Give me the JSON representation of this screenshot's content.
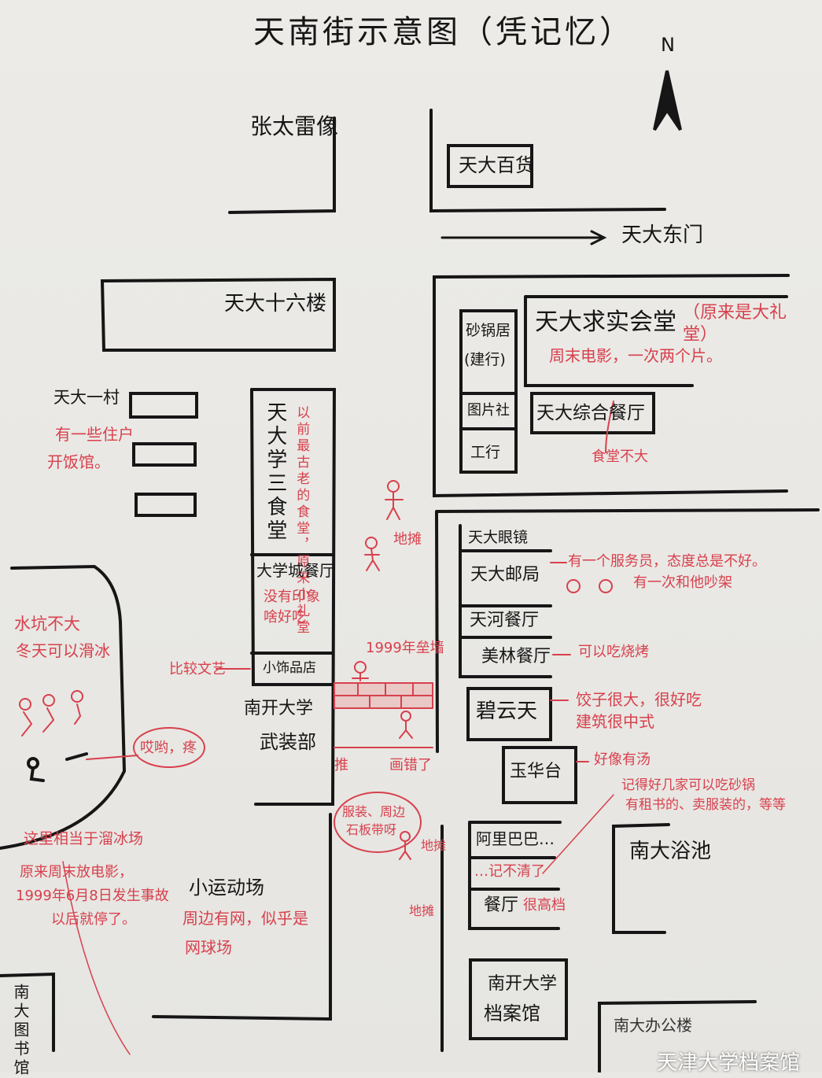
{
  "title": "天南街示意图（凭记忆）",
  "north_label": "N",
  "watermark": "天津大学档案馆",
  "colors": {
    "ink": "#161616",
    "annotation": "#d8404d",
    "paper": "#e9e8e4"
  },
  "places": {
    "zhang_tailei": "张太雷像",
    "tianda_baihuo": "天大百货",
    "tianda_dongmen": "天大东门",
    "tianda_16": "天大十六楼",
    "qiushi_hall": "天大求实会堂",
    "shaguoju": "砂锅居",
    "jianhang": "(建行)",
    "tupianshe": "图片社",
    "gonghang": "工行",
    "zonghe_canting": "天大综合餐厅",
    "tianda_yicun": "天大一村",
    "canteen3": "天大学三食堂",
    "daxuecheng": "大学城餐厅",
    "shipin": "小饰品店",
    "wuzhuangbu_1": "南开大学",
    "wuzhuangbu_2": "武装部",
    "yanjing": "天大眼镜",
    "youju": "天大邮局",
    "tianhe": "天河餐厅",
    "meilin": "美林餐厅",
    "biyuntian": "碧云天",
    "yuhuatai": "玉华台",
    "alibaba": "阿里巴巴…",
    "canting": "餐厅",
    "yuchi": "南大浴池",
    "archive_1": "南开大学",
    "archive_2": "档案馆",
    "playground": "小运动场",
    "library": "南大图书馆",
    "office": "南大办公楼"
  },
  "notes": {
    "qiushi_orig": "（原来是大礼堂）",
    "qiushi_movie": "周末电影，一次两个片。",
    "zonghe": "食堂不大",
    "yicun_1": "有一些住户",
    "yicun_2": "开饭馆。",
    "canteen3": "以前最古老的食堂，原来小礼堂",
    "daxuecheng_1": "没有印象",
    "daxuecheng_2": "啥好吃",
    "pond_1": "水坑不大",
    "pond_2": "冬天可以滑冰",
    "ouch": "哎哟，疼",
    "wenyi": "比较文艺",
    "wall": "1999年垒墙",
    "stall_1": "地摊",
    "stall_2": "地摊",
    "stall_3": "地摊",
    "tui": "推",
    "wrong": "画错了",
    "clothes_1": "服装、周边",
    "clothes_2": "石板带呀",
    "youju_1": "有一个服务员，态度总是不好。",
    "youju_2": "有一次和他吵架",
    "meilin": "可以吃烧烤",
    "biyun_1": "饺子很大，很好吃",
    "biyun_2": "建筑很中式",
    "yuhua": "好像有汤",
    "alibaba_1": "记得好几家可以吃砂锅",
    "alibaba_2": "有租书的、卖服装的，等等",
    "forgot": "…记不清了",
    "canting": "很高档",
    "rink_1": "这里相当于溜冰场",
    "rink_2": "原来周末放电影，",
    "rink_3": "1999年6月8日发生事故",
    "rink_4": "以后就停了。",
    "court_1": "周边有网，似乎是",
    "court_2": "网球场"
  }
}
